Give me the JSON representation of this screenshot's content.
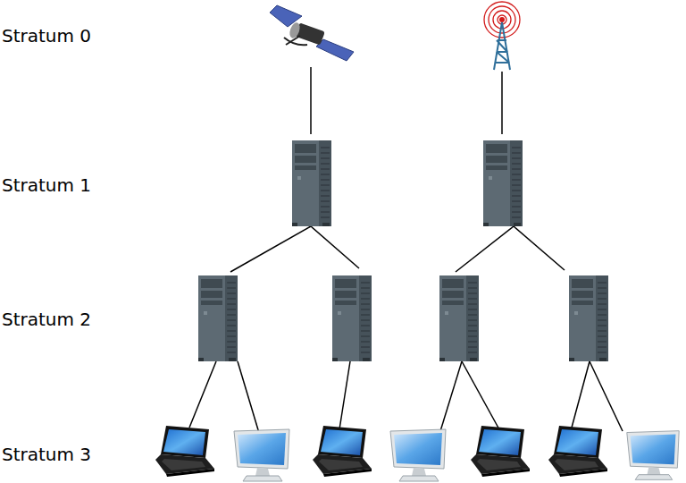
{
  "diagram": {
    "labels": [
      "Stratum 0",
      "Stratum 1",
      "Stratum 2",
      "Stratum 3"
    ]
  }
}
